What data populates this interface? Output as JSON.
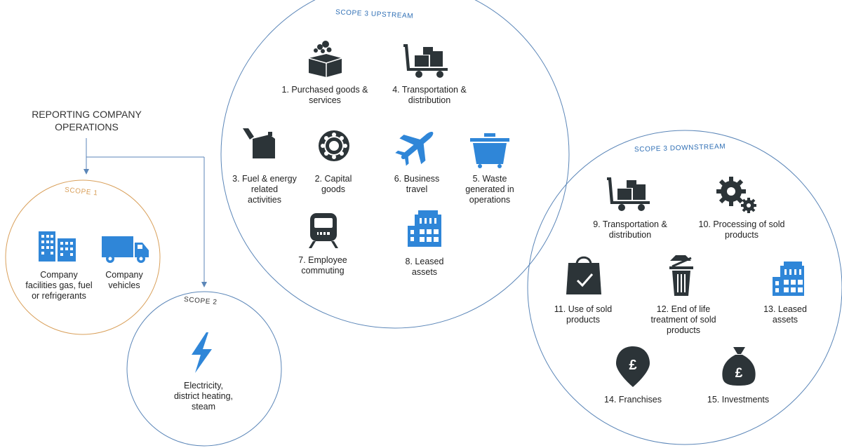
{
  "reporting": {
    "title": "REPORTING COMPANY\nOPERATIONS"
  },
  "scope1": {
    "title": "SCOPE 1",
    "items": [
      "Company\nfacilities gas, fuel\nor refrigerants",
      "Company\nvehicles"
    ]
  },
  "scope2": {
    "title": "SCOPE 2",
    "items": [
      "Electricity,\ndistrict heating,\nsteam"
    ]
  },
  "upstream": {
    "title": "SCOPE 3 UPSTREAM",
    "items": [
      "1. Purchased goods &\nservices",
      "4. Transportation &\ndistribution",
      "3. Fuel & energy\nrelated\nactivities",
      "2. Capital\ngoods",
      "6. Business\ntravel",
      "5. Waste\ngenerated in\noperations",
      "7. Employee\ncommuting",
      "8. Leased\nassets"
    ]
  },
  "downstream": {
    "title": "SCOPE 3 DOWNSTREAM",
    "items": [
      "9. Transportation &\ndistribution",
      "10. Processing of sold\nproducts",
      "11. Use of sold\nproducts",
      "12. End of life\ntreatment of sold\nproducts",
      "13. Leased\nassets",
      "14. Franchises",
      "15. Investments"
    ]
  },
  "colors": {
    "blue": "#2f86d8",
    "dark": "#2c3438",
    "orange": "#d9a05b",
    "line": "#5b86b8"
  },
  "icons": [
    "building-icon",
    "truck-icon",
    "lightning-icon",
    "box-icon",
    "cart-icon",
    "fuel-can-icon",
    "bearing-icon",
    "airplane-icon",
    "dumpster-icon",
    "train-icon",
    "office-building-icon",
    "gears-icon",
    "shopping-bag-icon",
    "trash-can-icon",
    "location-pin-pound-icon",
    "money-bag-pound-icon"
  ]
}
